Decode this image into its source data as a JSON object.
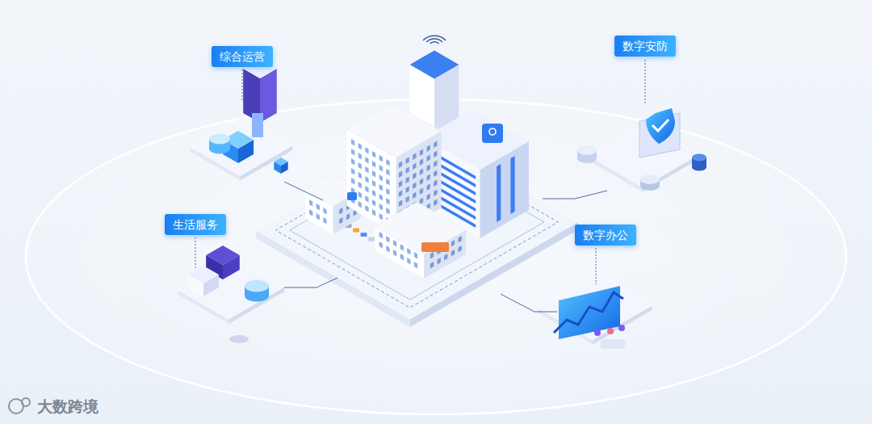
{
  "diagram": {
    "nodes": [
      {
        "text": [
          "综合运营"
        ]
      },
      {
        "text": [
          "数字安防"
        ]
      },
      {
        "text": [
          "生活服务"
        ]
      },
      {
        "text": [
          "数字办公"
        ]
      }
    ],
    "labels": [
      "大数跨境"
    ]
  }
}
